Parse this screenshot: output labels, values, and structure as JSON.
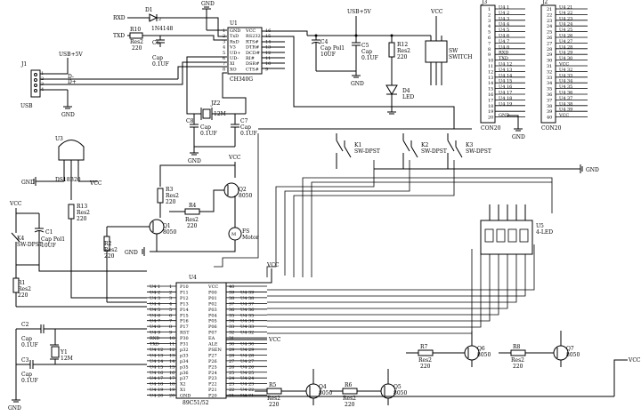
{
  "u1": {
    "ref": "U1",
    "part": "CH340G",
    "left_pins": [
      "GND",
      "TxD",
      "RxD",
      "V3",
      "UD+",
      "UD-",
      "XI",
      "XO"
    ],
    "left_nums": [
      "1",
      "2",
      "3",
      "4",
      "5",
      "6",
      "7",
      "8"
    ],
    "right_pins": [
      "VCC",
      "RS232",
      "RTS#",
      "DTR#",
      "DCD#",
      "RI#",
      "DSR#",
      "CTS#"
    ],
    "right_nums": [
      "16",
      "15",
      "14",
      "13",
      "12",
      "11",
      "10",
      "9"
    ]
  },
  "top_left": {
    "rxd": "RXD",
    "txd": "TXD",
    "d1": "D1",
    "d1_part": "1N4148",
    "d1_pin1": "1",
    "d1_pin2": "2",
    "r10": "R10",
    "r10_val": "Res2",
    "r10_val2": "220",
    "c6": "C6",
    "c6_val": "Cap",
    "c6_val2": "0.1UF",
    "gnd": "GND"
  },
  "usb": {
    "ref": "J1",
    "label": "USB",
    "vcc": "USB+5V",
    "d_minus": "D-",
    "d_plus": "D+",
    "gnd": "GND",
    "pins": [
      "1",
      "2",
      "3",
      "4"
    ]
  },
  "xtal1": {
    "ref": "JZ2",
    "freq": "12M",
    "c8": "C8",
    "c7": "C7",
    "cap": "Cap",
    "cap_val": "0.1UF",
    "gnd": "GND"
  },
  "power_top": {
    "usb5v": "USB+5V",
    "vcc": "VCC",
    "gnd": "GND",
    "c4": "C4",
    "c4_val": "Cap Pol1",
    "c4_val2": "10UF",
    "c5": "C5",
    "c5_val": "Cap",
    "c5_val2": "0.1UF",
    "r12": "R12",
    "r12_val": "Res2",
    "r12_val2": "220",
    "d4": "D4",
    "d4_val": "LED",
    "sw": "SW",
    "sw_val": "SWITCH"
  },
  "j2": {
    "ref": "J2",
    "part": "CON20",
    "left_nums": [
      "1",
      "2",
      "3",
      "4",
      "5",
      "6",
      "7",
      "8",
      "9",
      "10",
      "11",
      "12",
      "13",
      "14",
      "15",
      "16",
      "17",
      "18",
      "19",
      "20"
    ],
    "left_labels": [
      "U4 1",
      "U4 2",
      "U4 3",
      "U4 4",
      "U4 5",
      "U4 6",
      "U4 7",
      "U4 8",
      "RXD",
      "TXD",
      "U4 12",
      "U4 13",
      "U4 14",
      "U4 15",
      "U4 16",
      "U4 17",
      "U4 18",
      "U4 19",
      "",
      "GND"
    ],
    "right_nums": [
      "21",
      "22",
      "23",
      "24",
      "25",
      "26",
      "27",
      "28",
      "29",
      "30",
      "31",
      "32",
      "33",
      "34",
      "35",
      "36",
      "37",
      "38",
      "39",
      "40"
    ],
    "right_labels": [
      "U4 21",
      "U4 22",
      "U4 23",
      "U4 24",
      "U4 25",
      "U4 26",
      "U4 27",
      "U4 28",
      "U4 29",
      "U4 30",
      "VCC",
      "U4 32",
      "U4 33",
      "U4 34",
      "U4 35",
      "U4 36",
      "U4 37",
      "U4 38",
      "U4 39",
      "VCC"
    ],
    "j3": "J3",
    "j3_part": "CON20",
    "gnd": "GND"
  },
  "switches": [
    {
      "ref": "K1",
      "part": "SW-DPST"
    },
    {
      "ref": "K2",
      "part": "SW-DPST"
    },
    {
      "ref": "K3",
      "part": "SW-DPST"
    }
  ],
  "sensor": {
    "ref": "U3",
    "part": "DS18B20",
    "gnd": "GND",
    "vcc": "VCC"
  },
  "driver": {
    "r13": "R13",
    "r13_val": "Res2",
    "r13_val2": "220",
    "r3": "R3",
    "r3_val": "Res2",
    "r3_val2": "220",
    "r4": "R4",
    "r4_val": "Res2",
    "r4_val2": "220",
    "r2": "R2",
    "r2_val": "Res2",
    "r2_val2": "220",
    "q1": "Q1",
    "q1_val": "8050",
    "q2": "Q2",
    "q2_val": "8050",
    "motor": "FS",
    "motor_val": "Motor",
    "vcc": "VCC",
    "gnd": "GND"
  },
  "reset": {
    "vcc": "VCC",
    "k4": "K4",
    "k4_val": "SW-DPST",
    "c1": "C1",
    "c1_val": "Cap Pol1",
    "c1_val2": "10UF",
    "r1": "R1",
    "r1_val": "Res2",
    "r1_val2": "220",
    "c2": "C2",
    "c3": "C3",
    "cap": "Cap",
    "cap_val": "0.1UF",
    "y1": "Y1",
    "y1_freq": "12M",
    "gnd": "GND"
  },
  "u4": {
    "ref": "U4",
    "part": "89C51/52",
    "left_pins": [
      "P10",
      "P11",
      "P12",
      "P13",
      "P14",
      "P15",
      "P16",
      "P17",
      "RST",
      "P30",
      "P31",
      "p32",
      "p33",
      "p34",
      "p35",
      "p36",
      "p37",
      "X2",
      "X1",
      "GND"
    ],
    "left_nums": [
      "1",
      "2",
      "3",
      "4",
      "5",
      "6",
      "7",
      "8",
      "9",
      "10",
      "11",
      "12",
      "13",
      "14",
      "15",
      "16",
      "17",
      "18",
      "19",
      "20"
    ],
    "left_labels": [
      "U4 1",
      "U4 2",
      "U4 3",
      "U4 4",
      "U4 5",
      "U4 6",
      "U4 7",
      "U4 8",
      "U4 9",
      "RXD",
      "TXD",
      "U4 12",
      "U4 13",
      "U4 14",
      "U4 15",
      "U4 16",
      "U4 17",
      "U4 18",
      "U4 19",
      "U4 20"
    ],
    "right_pins": [
      "VCC",
      "P00",
      "P01",
      "P02",
      "P03",
      "P04",
      "P05",
      "P06",
      "P07",
      "EA",
      "ALE",
      "PSEN",
      "P27",
      "P26",
      "P25",
      "P24",
      "P23",
      "P22",
      "P21",
      "P20"
    ],
    "right_nums": [
      "40",
      "39",
      "38",
      "37",
      "36",
      "35",
      "34",
      "33",
      "32",
      "31",
      "30",
      "29",
      "28",
      "27",
      "26",
      "25",
      "24",
      "23",
      "22",
      "21"
    ],
    "right_labels": [
      "",
      "U4 39",
      "U4 38",
      "U4 37",
      "U4 36",
      "U4 35",
      "U4 34",
      "U4 33",
      "U4 32",
      "",
      "U4 30",
      "U4 29",
      "U4 28",
      "U4 27",
      "U4 26",
      "U4 25",
      "U4 24",
      "U4 23",
      "U4 22",
      "U4 21"
    ],
    "vcc": "VCC"
  },
  "display": {
    "ref": "U5",
    "part": "4-LED",
    "gnd": "GND"
  },
  "digit_drivers": [
    {
      "r": "R5",
      "r_val": "Res2",
      "r_val2": "220",
      "q": "Q4",
      "q_val": "8050"
    },
    {
      "r": "R6",
      "r_val": "Res2",
      "r_val2": "220",
      "q": "Q5",
      "q_val": "8050"
    },
    {
      "r": "R7",
      "r_val": "Res2",
      "r_val2": "220",
      "q": "Q6",
      "q_val": "8050"
    },
    {
      "r": "R8",
      "r_val": "Res2",
      "r_val2": "220",
      "q": "Q7",
      "q_val": "8050"
    }
  ],
  "misc": {
    "vcc": "VCC"
  }
}
